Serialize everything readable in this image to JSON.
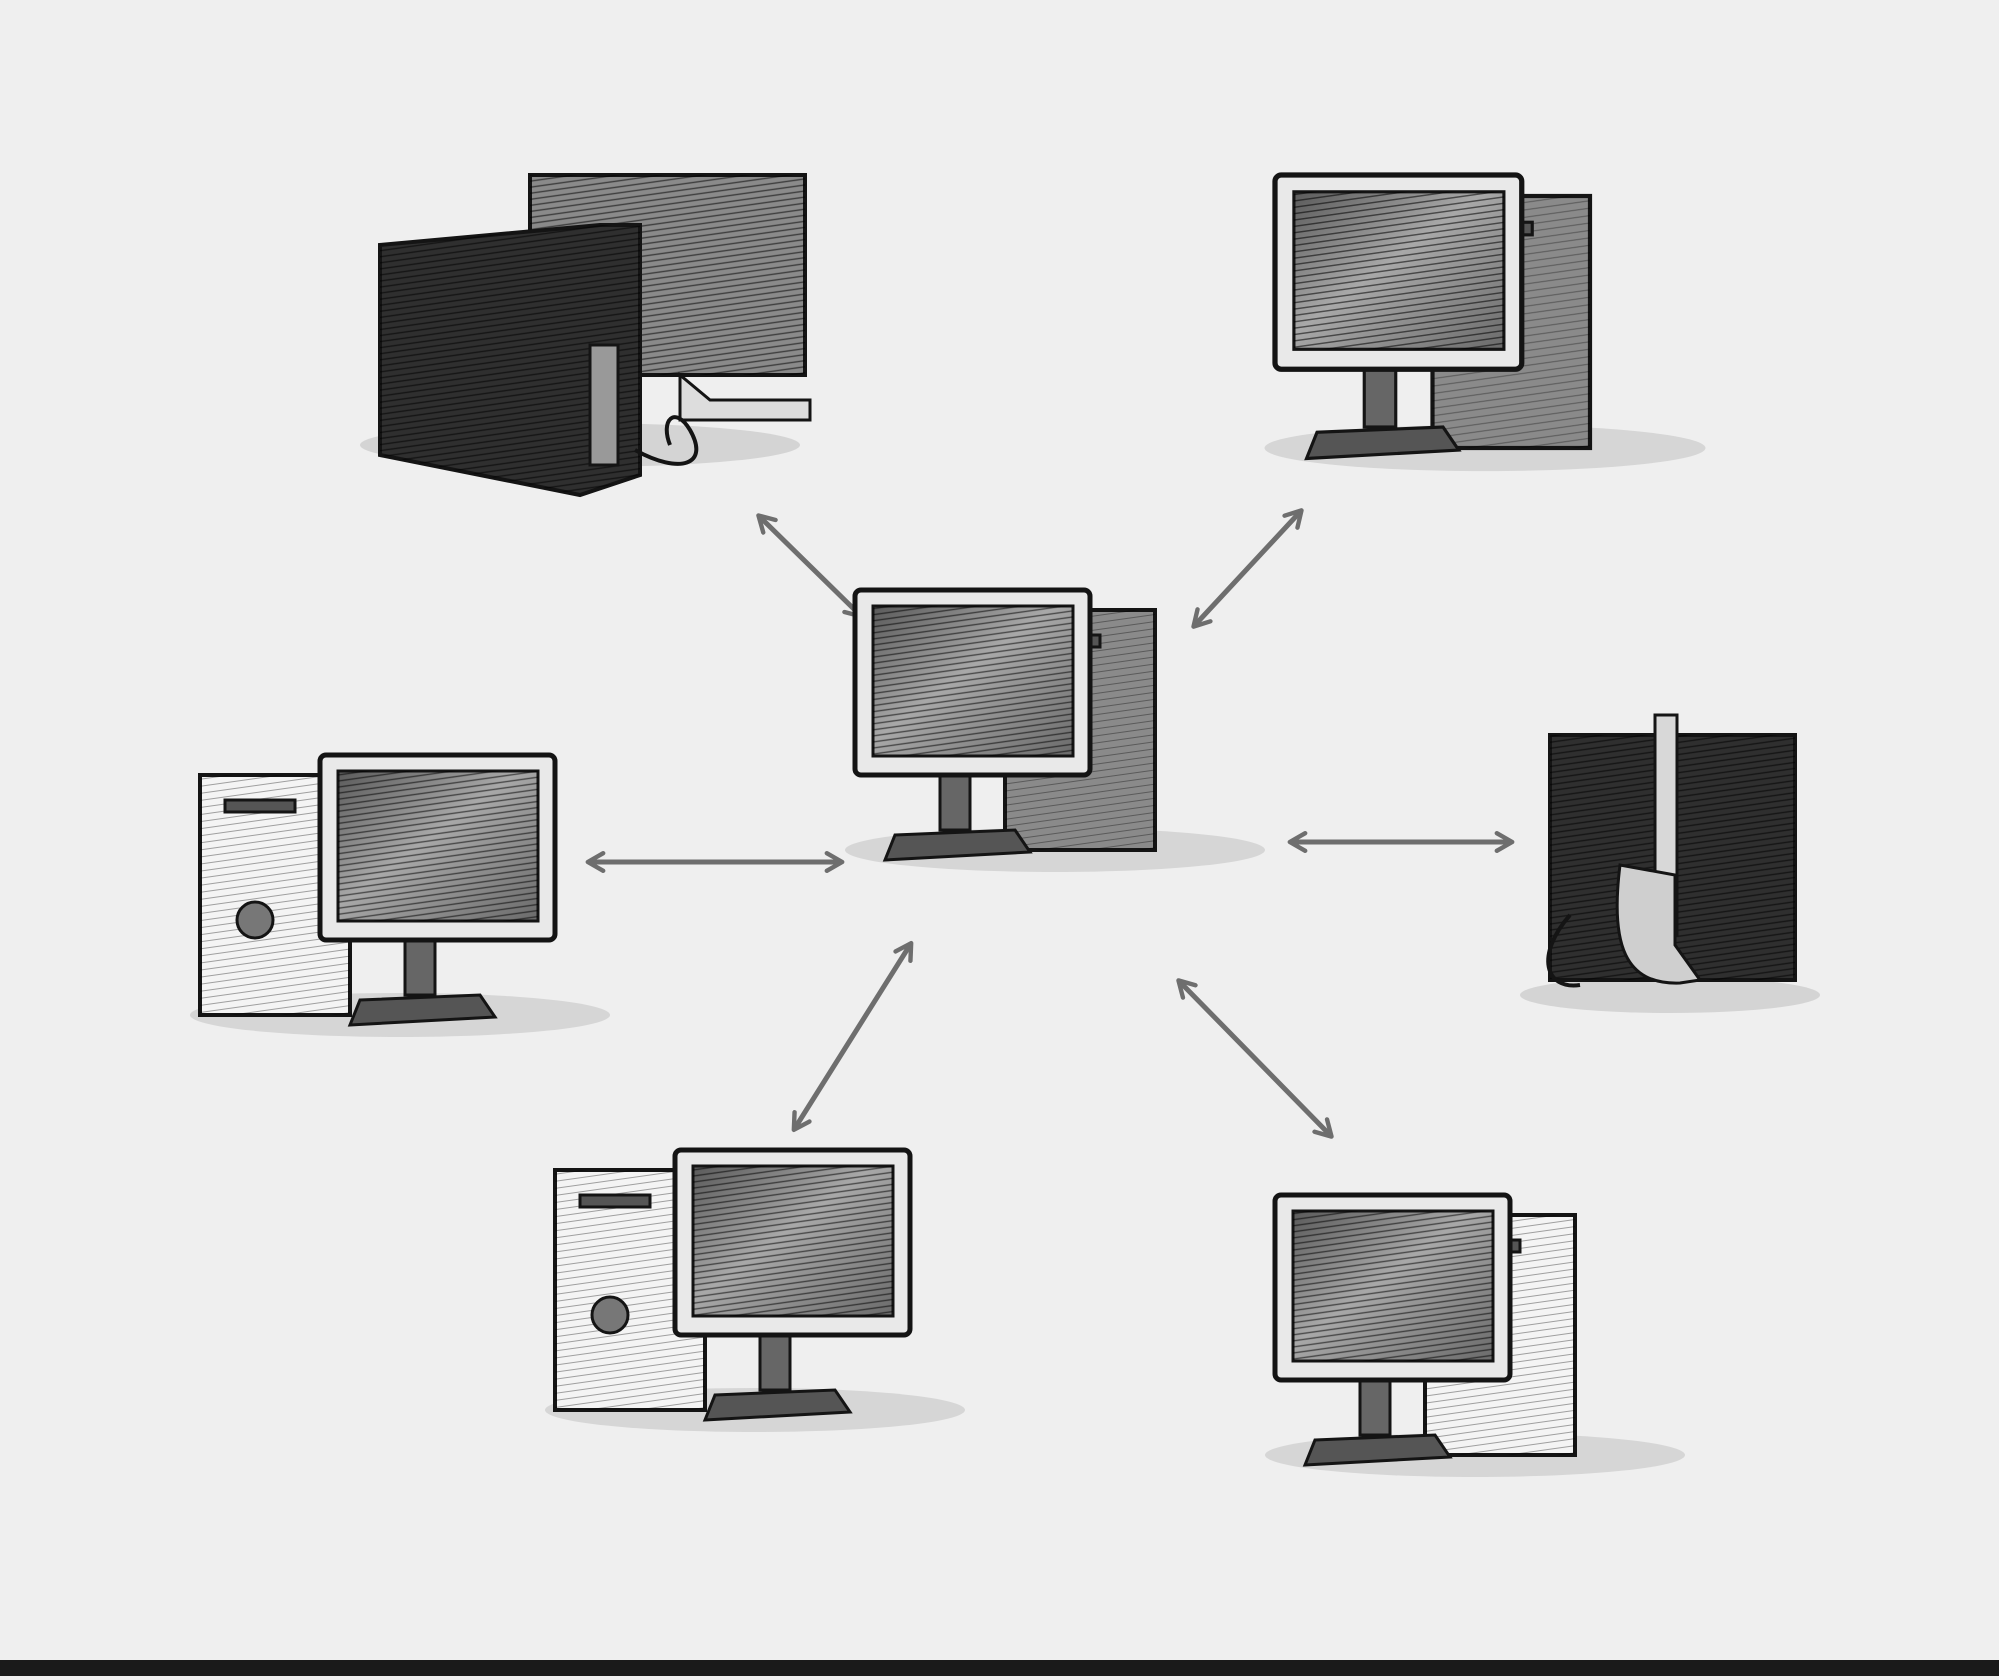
{
  "diagram": {
    "nodes": [
      {
        "id": "hub",
        "role": "center",
        "kind": "tower-right-monitor-left",
        "tone": "mid"
      },
      {
        "id": "pc-top-left",
        "role": "peer",
        "kind": "rear-view-tower",
        "tone": "dark"
      },
      {
        "id": "pc-top-right",
        "role": "peer",
        "kind": "tower-right-monitor-left",
        "tone": "mid"
      },
      {
        "id": "pc-left",
        "role": "peer",
        "kind": "tower-left-monitor-right",
        "tone": "light"
      },
      {
        "id": "pc-right",
        "role": "peer",
        "kind": "all-in-one-side-view",
        "tone": "dark"
      },
      {
        "id": "pc-bottom-left",
        "role": "peer",
        "kind": "tower-left-monitor-right",
        "tone": "light"
      },
      {
        "id": "pc-bottom-right",
        "role": "peer",
        "kind": "tower-right-monitor-left",
        "tone": "light"
      }
    ],
    "edges": [
      {
        "from": "hub",
        "to": "pc-top-left",
        "arrows": "both"
      },
      {
        "from": "hub",
        "to": "pc-top-right",
        "arrows": "both"
      },
      {
        "from": "hub",
        "to": "pc-left",
        "arrows": "both"
      },
      {
        "from": "hub",
        "to": "pc-right",
        "arrows": "both"
      },
      {
        "from": "hub",
        "to": "pc-bottom-left",
        "arrows": "both"
      },
      {
        "from": "hub",
        "to": "pc-bottom-right",
        "arrows": "both"
      }
    ],
    "colors": {
      "background": "#efefef",
      "ink": "#141414",
      "arrow": "#6e6e6e",
      "dark_fill": "#2f2f2f",
      "mid_fill": "#8a8a8a",
      "light_fill": "#f4f4f4",
      "screen_fill": "#9a9a9a",
      "shadow": "#cfcfcf"
    }
  }
}
